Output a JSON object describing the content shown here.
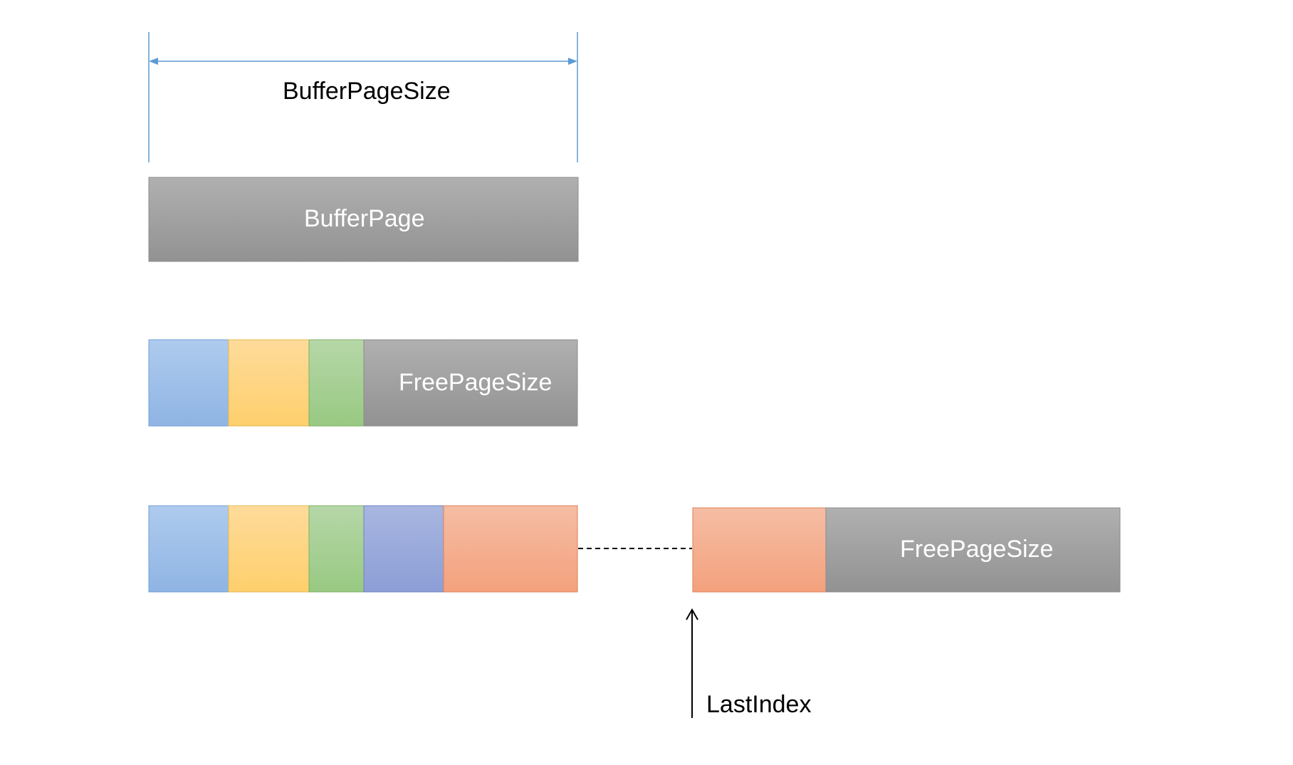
{
  "colors": {
    "dimension_line": "#5b9bd5",
    "gray_top": "#b0b0b0",
    "gray_bottom": "#929292",
    "blue_top": "#aecbee",
    "blue_bottom": "#8fb4e3",
    "yellow_top": "#fedb9a",
    "yellow_bottom": "#fecf6c",
    "green_top": "#b6d7a8",
    "green_bottom": "#98c982",
    "indigo_top": "#a8b6e0",
    "indigo_bottom": "#8c9ed6",
    "salmon_top": "#f5bda4",
    "salmon_bottom": "#f4a17d"
  },
  "labels": {
    "buffer_page_size": "BufferPageSize",
    "buffer_page": "BufferPage",
    "free_page_size_row2": "FreePageSize",
    "free_page_size_row3": "FreePageSize",
    "last_index": "LastIndex"
  }
}
